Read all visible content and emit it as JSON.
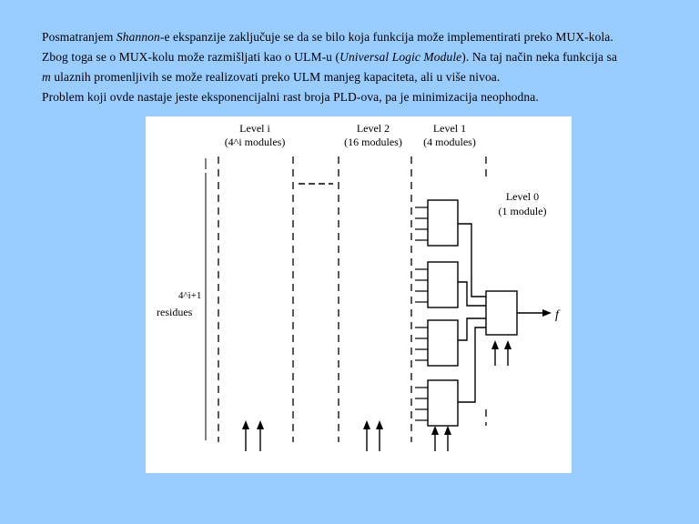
{
  "text": {
    "line1_a": "Posmatranjem ",
    "line1_em": "Shannon",
    "line1_b": "-e ekspanzije zaključuje se da se bilo koja funkcija može implementirati preko MUX-kola.",
    "line2_a": "Zbog toga se o MUX-kolu može razmišljati kao o ULM-u (",
    "line2_em": "Universal Logic Module",
    "line2_b": "). Na taj način neka funkcija sa",
    "line3_em": "m",
    "line3_b": " ulaznih promenljivih se može realizovati preko ULM manjeg kapaciteta, ali u više nivoa.",
    "line4": "Problem koji ovde nastaje jeste eksponencijalni rast broja PLD-ova, pa je minimizacija neophodna."
  },
  "diagram": {
    "level_i_title": "Level i",
    "level_i_sub": "(4^i modules)",
    "level2_title": "Level 2",
    "level2_sub": "(16 modules)",
    "level1_title": "Level 1",
    "level1_sub": "(4 modules)",
    "level0_title": "Level 0",
    "level0_sub": "(1 module)",
    "residues_count": "4^i+1",
    "residues_label": "residues",
    "output_label": "f"
  }
}
